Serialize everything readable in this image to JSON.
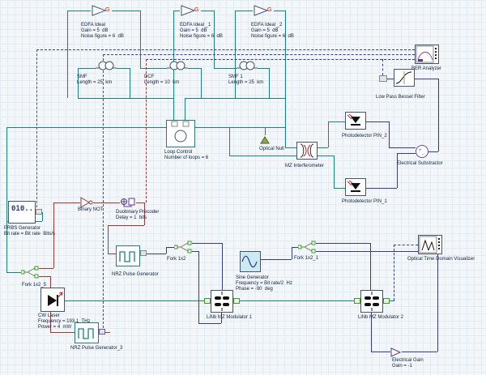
{
  "palette": {
    "optical_wire": "#1a8080",
    "electrical_wire": "#3a3a8c",
    "binary_wire": "#9c3a3a",
    "monitor_dash": "#3a3a8c",
    "label_text": "#15203f",
    "gain_letter": "#cc2200"
  },
  "components": {
    "edfa1": {
      "label": "EDFA Ideal",
      "p1": "Gain = 5  dB",
      "p2": "Noise figure = 6  dB"
    },
    "edfa2": {
      "label": "EDFA Ideal _1",
      "p1": "Gain = 5  dB",
      "p2": "Noise figure = 6  dB"
    },
    "edfa3": {
      "label": "EDFA Ideal _2",
      "p1": "Gain = 5  dB",
      "p2": "Noise figure = 6  dB"
    },
    "smf": {
      "label": "SMF",
      "p1": "Length = 25  km"
    },
    "dcf": {
      "label": "DCF",
      "p1": "Length = 10  km"
    },
    "smf1": {
      "label": "SMF 1",
      "p1": "Length = 25  km"
    },
    "ber": {
      "label": "BER Analyzer"
    },
    "lpbf": {
      "label": "Low Pass Bessel Filter"
    },
    "loop": {
      "label": "Loop Control",
      "p1": "Number of loops = 6"
    },
    "onull": {
      "label": "Optical Null"
    },
    "mzi": {
      "label": "MZ Interferometer"
    },
    "pd2": {
      "label": "Photodetector PIN_2"
    },
    "pd1": {
      "label": "Photodetector PIN_1"
    },
    "esub": {
      "label": "Electrical Substractor"
    },
    "prbs": {
      "label": "PRBS Generator",
      "p1": "Bit rate = Bit rate  Bits/s",
      "screen_text": "010.."
    },
    "bnot": {
      "label": "Binary NOT"
    },
    "precoder": {
      "label": "Duobinary Precoder",
      "p1": "Delay = 1  bits"
    },
    "fork5": {
      "label": "Fork 1x2_5"
    },
    "nrzpg": {
      "label": "NRZ Pulse Generator"
    },
    "fork": {
      "label": "Fork 1x2"
    },
    "sine": {
      "label": "Sine Generator",
      "p1": "Frequency = Bit rate/2  Hz",
      "p2": "Phase = -90  deg"
    },
    "fork1": {
      "label": "Fork 1x2_1"
    },
    "cw": {
      "label": "CW Laser",
      "p1": "Frequency = 193.1  THz",
      "p2": "Power = 4  mW"
    },
    "mod1": {
      "label": "LiNb MZ Modulator 1"
    },
    "mod2": {
      "label": "LiNb MZ Modulator 2"
    },
    "nrz3": {
      "label": "NRZ Pulse Generator_3"
    },
    "egain": {
      "label": "Electrical Gain",
      "p1": "Gain = -1"
    },
    "otdv": {
      "label": "Optical Time Domain Visualizer"
    },
    "amp_gain_letter": "G"
  }
}
